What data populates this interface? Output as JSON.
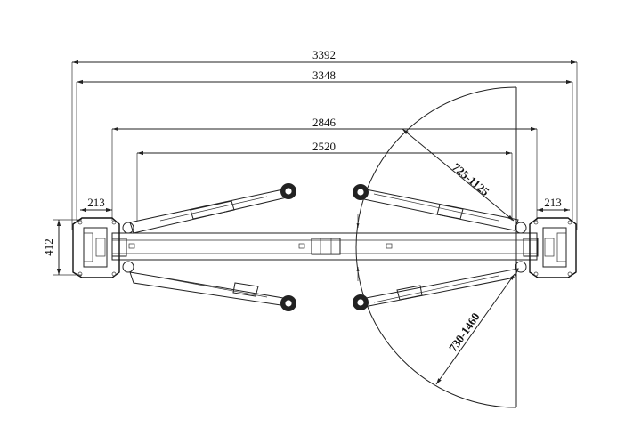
{
  "dimensions": {
    "overall_width": "3392",
    "post_span": "3348",
    "outer_track": "2846",
    "inner_track": "2520",
    "column_left": "213",
    "column_right": "213",
    "column_depth": "412",
    "short_arm_reach": "725-1125",
    "long_arm_reach": "730-1460"
  },
  "colors": {
    "line": "#222222",
    "background": "#ffffff"
  }
}
